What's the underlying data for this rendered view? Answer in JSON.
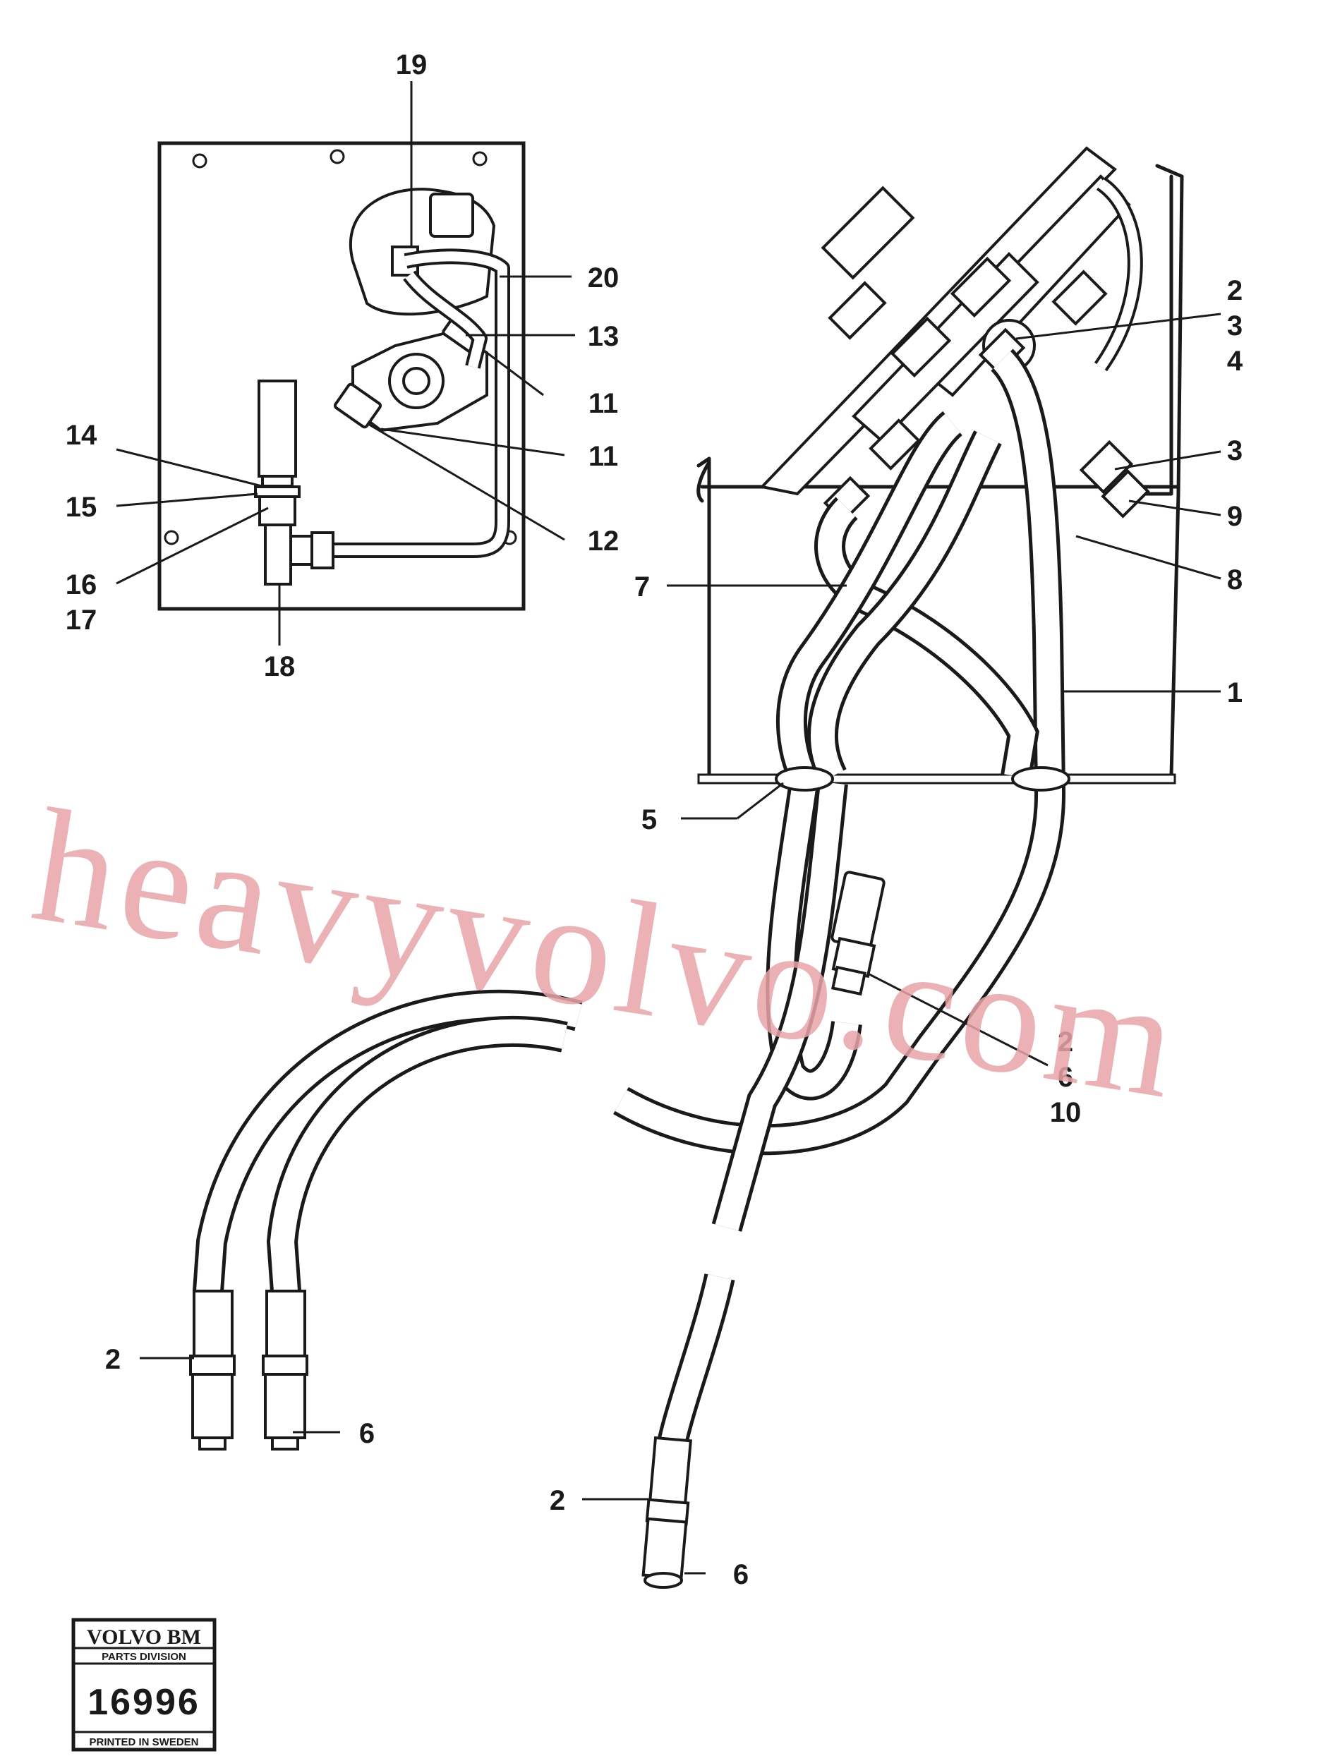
{
  "callouts": {
    "c1": "1",
    "c2a": "2",
    "c3a": "3",
    "c4": "4",
    "c3b": "3",
    "c9": "9",
    "c8": "8",
    "c7": "7",
    "c5": "5",
    "c2b": "2",
    "c6a": "6",
    "c10": "10",
    "c2c": "2",
    "c6b": "6",
    "c2d": "2",
    "c6c": "6",
    "c19": "19",
    "c20": "20",
    "c13": "13",
    "c11a": "11",
    "c11b": "11",
    "c12": "12",
    "c14": "14",
    "c15": "15",
    "c16": "16",
    "c17": "17",
    "c18": "18"
  },
  "watermark": "heavyvolvo.com",
  "stamp": {
    "brand": "VOLVO BM",
    "division": "PARTS DIVISION",
    "number": "16996",
    "printed": "PRINTED IN SWEDEN"
  }
}
